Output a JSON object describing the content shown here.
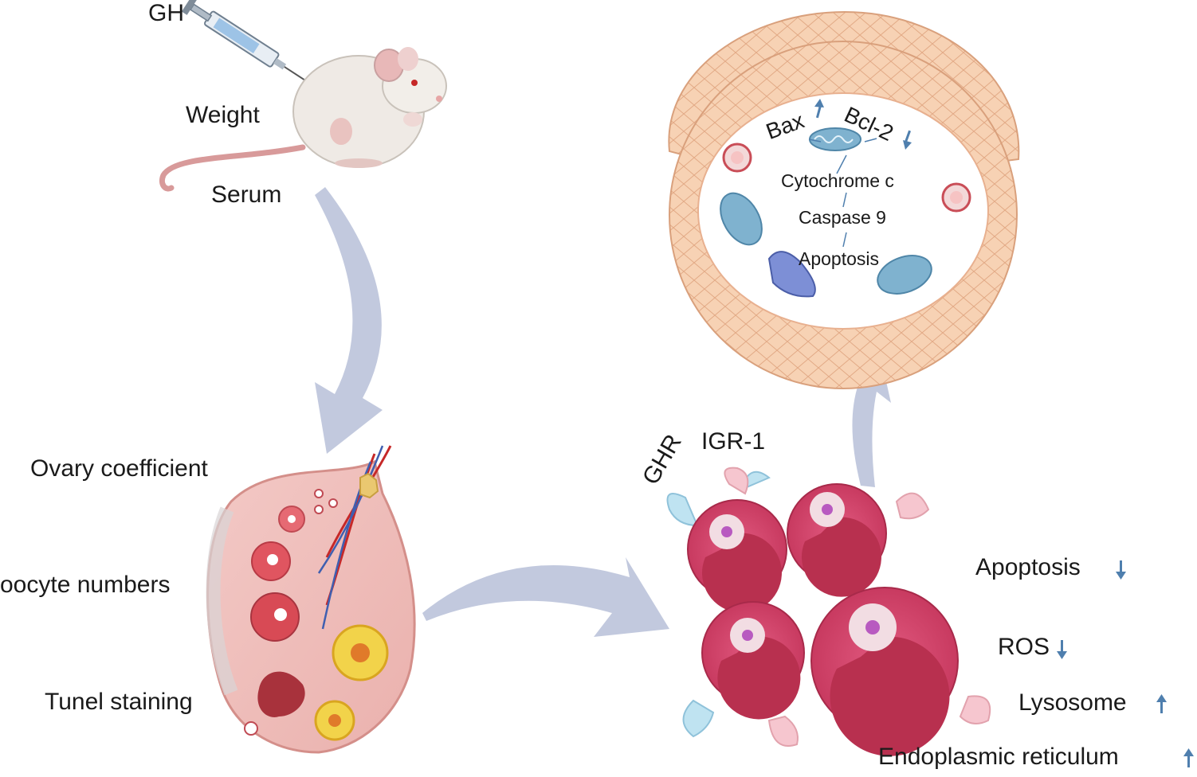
{
  "mouse_panel": {
    "injection_label": "GH",
    "weight_label": "Weight",
    "serum_label": "Serum"
  },
  "ovary_panel": {
    "coefficient_label": "Ovary coefficient",
    "oocyte_label": "oocyte numbers",
    "tunel_label": "Tunel staining"
  },
  "cell_panel": {
    "receptor_label": "GHR",
    "igf_label": "IGR-1",
    "effects": [
      {
        "label": "Apoptosis",
        "direction": "down"
      },
      {
        "label": "ROS",
        "direction": "down"
      },
      {
        "label": "Lysosome",
        "direction": "up"
      },
      {
        "label": "Endoplasmic reticulum",
        "direction": "up"
      }
    ]
  },
  "follicle_panel": {
    "bax_label": "Bax",
    "bax_direction": "up",
    "bcl2_label": "Bcl-2",
    "bcl2_direction": "down",
    "pathway": [
      "Cytochrome c",
      "Caspase 9",
      "Apoptosis"
    ]
  },
  "colors": {
    "flow_arrow": "#b7c0d8",
    "indicator_arrow": "#4f7fae",
    "cell_pink": "#d2456b",
    "follicle_skin": "#f6cfae"
  }
}
